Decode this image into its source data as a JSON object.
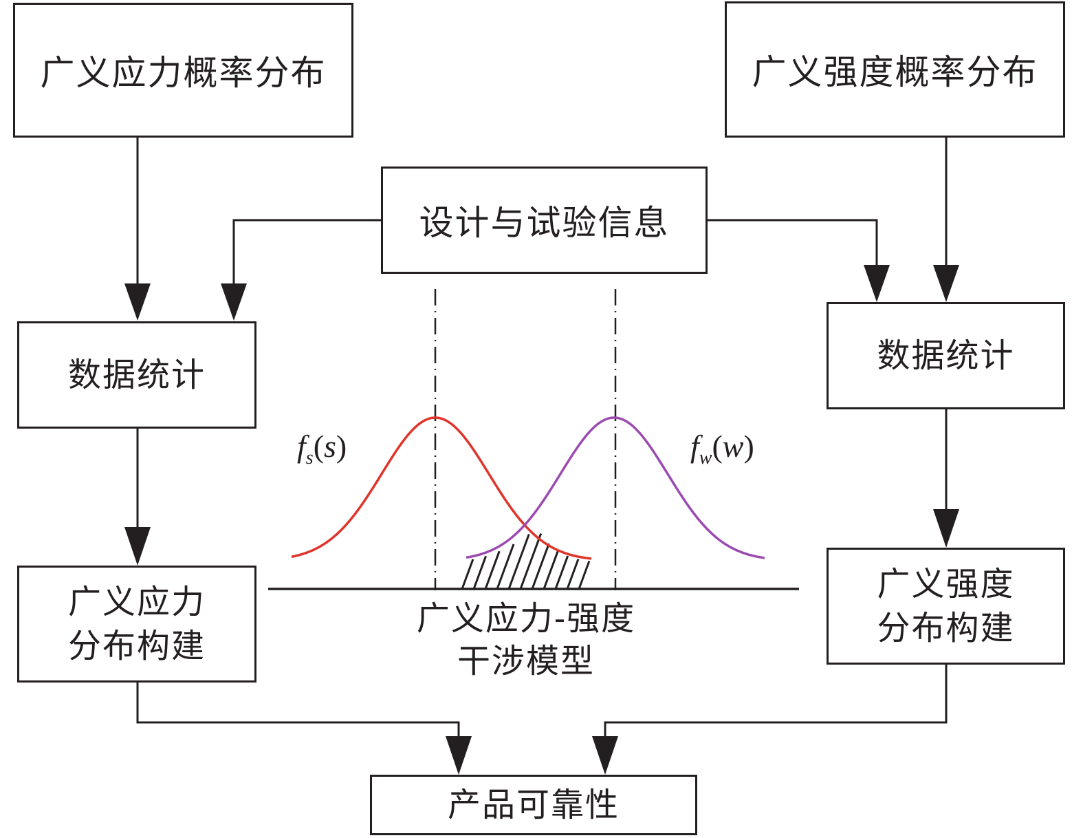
{
  "diagram": {
    "boxes": {
      "stress_prob_dist": "广义应力概率分布",
      "strength_prob_dist": "广义强度概率分布",
      "design_test_info": "设计与试验信息",
      "data_stats_left": "数据统计",
      "data_stats_right": "数据统计",
      "stress_dist_build": [
        "广义应力",
        "分布构建"
      ],
      "strength_dist_build": [
        "广义强度",
        "分布构建"
      ],
      "product_reliability": "产品可靠性"
    },
    "interference_model": {
      "label": [
        "广义应力-强度",
        "干涉模型"
      ],
      "stress_func": {
        "f": "f",
        "sub": "s",
        "arg": "s"
      },
      "strength_func": {
        "f": "f",
        "sub": "w",
        "arg": "w"
      },
      "stress_curve_color": "#e0342a",
      "strength_curve_color": "#9b4bb0",
      "overlap_region": "hatched"
    },
    "edges": [
      {
        "from": "广义应力概率分布",
        "to": "数据统计 (left)"
      },
      {
        "from": "设计与试验信息",
        "to": "数据统计 (left)"
      },
      {
        "from": "设计与试验信息",
        "to": "数据统计 (right)"
      },
      {
        "from": "广义强度概率分布",
        "to": "数据统计 (right)"
      },
      {
        "from": "数据统计 (left)",
        "to": "广义应力分布构建"
      },
      {
        "from": "数据统计 (right)",
        "to": "广义强度分布构建"
      },
      {
        "from": "广义应力分布构建",
        "to": "产品可靠性"
      },
      {
        "from": "广义强度分布构建",
        "to": "产品可靠性"
      }
    ]
  }
}
